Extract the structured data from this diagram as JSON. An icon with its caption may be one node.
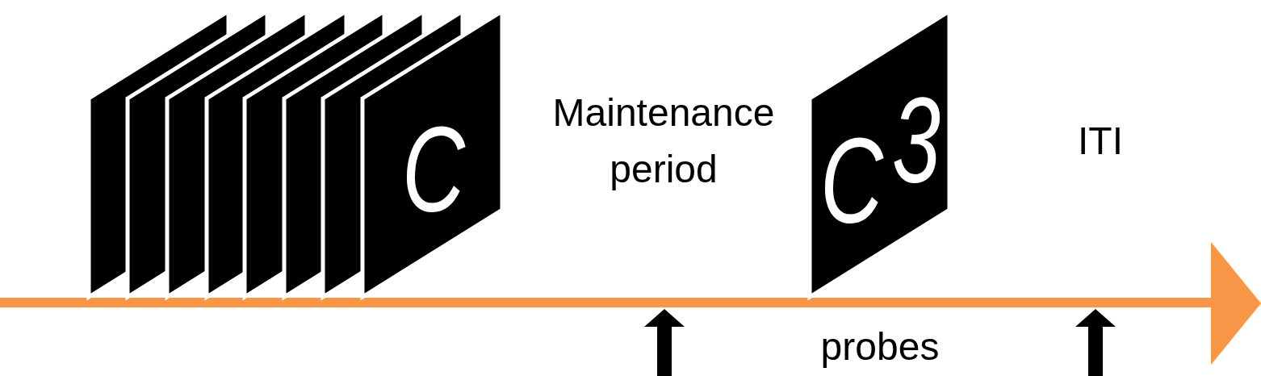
{
  "diagram": {
    "nodes": [
      {
        "text": [],
        "shape": "box"
      },
      {
        "text": [],
        "shape": "box"
      },
      {
        "text": [],
        "shape": "box"
      },
      {
        "text": [],
        "shape": "box"
      },
      {
        "text": [],
        "shape": "box"
      },
      {
        "text": [],
        "shape": "box"
      },
      {
        "text": [],
        "shape": "box"
      },
      {
        "text": [
          "C"
        ]
      },
      {
        "text": [
          "C",
          "3"
        ]
      }
    ],
    "labels": [
      "Maintenance period",
      "ITI",
      "probes"
    ]
  }
}
